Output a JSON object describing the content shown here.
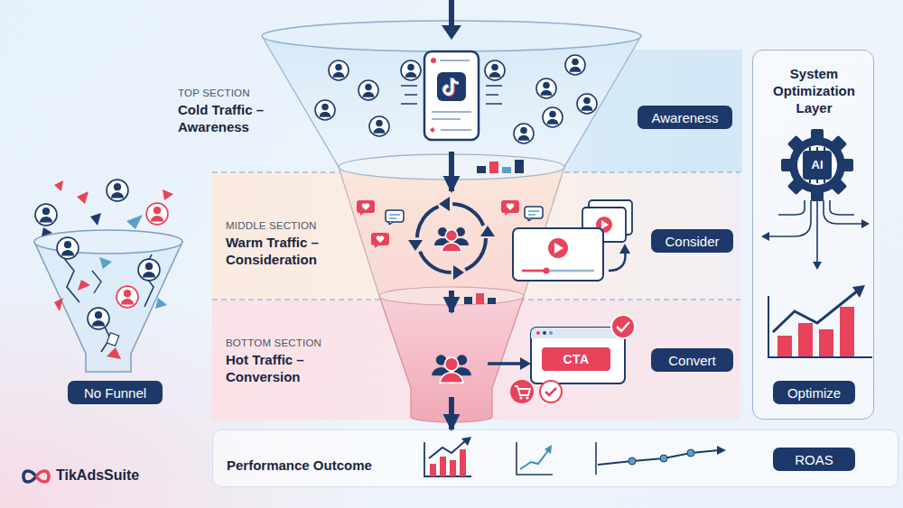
{
  "diagram": {
    "nodes": [
      {
        "text": [
          "TOP SECTION",
          "Cold Traffic – Awareness"
        ]
      },
      {
        "text": [
          "Awareness"
        ],
        "in": 0
      },
      {
        "text": [
          "MIDDLE SECTION",
          "Warm Traffic – Consideration"
        ]
      },
      {
        "text": [
          "Consider"
        ],
        "in": 2
      },
      {
        "text": [
          "BOTTOM SECTION",
          "Hot Traffic – Conversion"
        ]
      },
      {
        "text": [
          "CTA"
        ],
        "in": 4
      },
      {
        "text": [
          "Convert"
        ],
        "in": 4
      },
      {
        "text": [
          "No Funnel"
        ]
      },
      {
        "text": [
          "System Optimization Layer"
        ]
      },
      {
        "text": [
          "Optimize"
        ],
        "in": 8
      },
      {
        "text": [
          "Performance Outcome"
        ]
      },
      {
        "text": [
          "ROAS"
        ],
        "in": 10
      }
    ],
    "edges": [
      {
        "from": 0,
        "to": 2,
        "arrow": "to"
      },
      {
        "from": 2,
        "to": 4,
        "arrow": "to"
      },
      {
        "from": 4,
        "to": 10,
        "arrow": "to"
      }
    ],
    "labels": [
      "AI",
      "TikAdsSuite"
    ]
  }
}
